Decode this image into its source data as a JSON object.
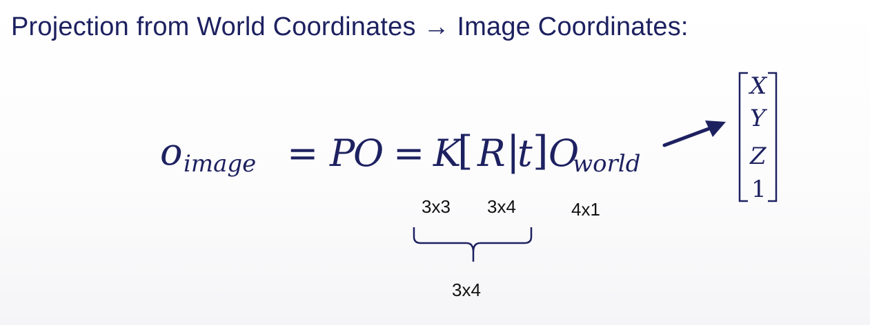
{
  "title": {
    "prefix": "Projection from World Coordinates",
    "arrow": "→",
    "suffix": "Image Coordinates:"
  },
  "equation": {
    "lhs_var": "o",
    "lhs_sub": "image",
    "eq1": "=",
    "p": "P",
    "o_cap": "O",
    "eq2": "=",
    "k": "K",
    "lbracket": "[",
    "r": "R",
    "bar": "|",
    "t": "t",
    "rbracket": "]",
    "o_world": "O",
    "world_sub": "world"
  },
  "vector": {
    "entries": [
      "X",
      "Y",
      "Z",
      "1"
    ]
  },
  "dimensions": {
    "k_dim": "3x3",
    "rt_dim": "3x4",
    "o_dim": "4x1",
    "product_dim": "3x4"
  },
  "colors": {
    "navy": "#1d2160",
    "dimension_text": "#111111"
  }
}
